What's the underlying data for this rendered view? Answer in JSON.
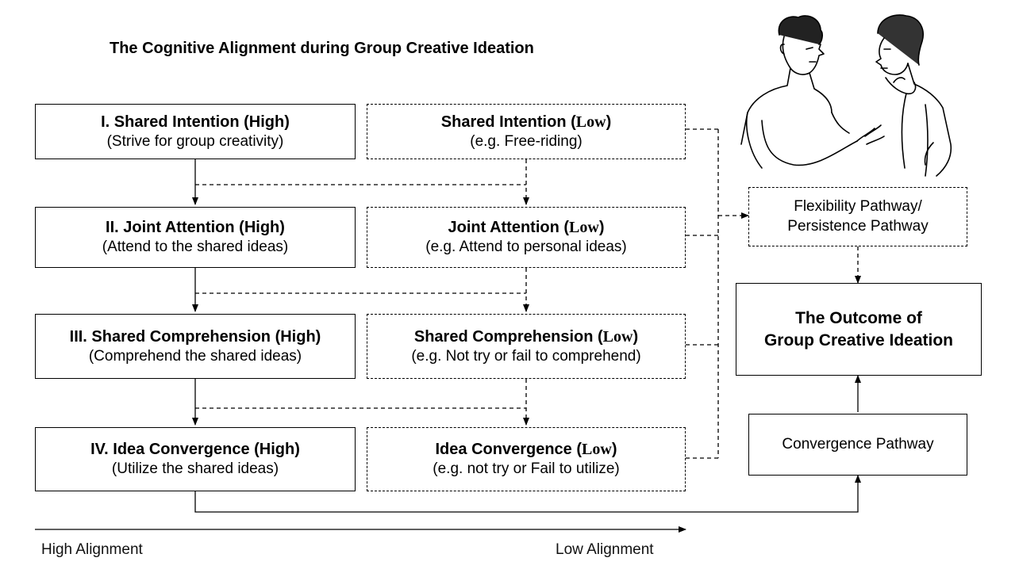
{
  "title": "The Cognitive Alignment during Group Creative Ideation",
  "high_boxes": [
    {
      "heading": "I. Shared Intention (High)",
      "sub": "(Strive for group creativity)"
    },
    {
      "heading": "II. Joint Attention (High)",
      "sub": "(Attend to the shared ideas)"
    },
    {
      "heading": "III. Shared Comprehension (High)",
      "sub": "(Comprehend the shared ideas)"
    },
    {
      "heading": "IV. Idea Convergence (High)",
      "sub": "(Utilize the shared ideas)"
    }
  ],
  "low_boxes": [
    {
      "heading": "Shared Intention (",
      "low": "Low",
      "close": ")",
      "sub": "(e.g. Free-riding)"
    },
    {
      "heading": "Joint Attention (",
      "low": "Low",
      "close": ")",
      "sub": "(e.g. Attend to personal ideas)"
    },
    {
      "heading": "Shared Comprehension (",
      "low": "Low",
      "close": ")",
      "sub": "(e.g. Not try or fail to comprehend)"
    },
    {
      "heading": "Idea Convergence (",
      "low": "Low",
      "close": ")",
      "sub": "(e.g. not try or Fail to utilize)"
    }
  ],
  "flex_pathway": {
    "line1": "Flexibility Pathway/",
    "line2": "Persistence Pathway"
  },
  "outcome": {
    "line1": "The Outcome of",
    "line2": "Group Creative Ideation"
  },
  "convergence_pathway": "Convergence Pathway",
  "axis": {
    "left": "High Alignment",
    "right": "Low Alignment"
  }
}
